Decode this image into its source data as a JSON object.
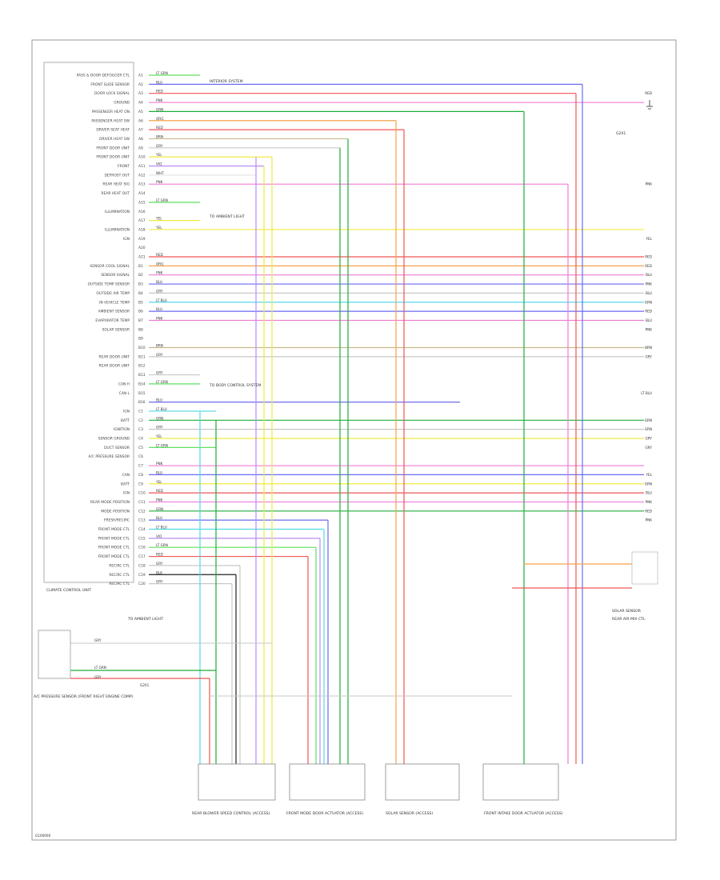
{
  "diagram": {
    "left_labels": [
      "PASS & DOOR DEFOGGER CTL",
      "FRONT SLIDE SENSOR",
      "DOOR LOCK SIGNAL",
      "GROUND",
      "PASSENGER HEAT ON",
      "PASSENGER HEAT SW",
      "DRIVER SEAT HEAT",
      "DRIVER HEAT SW",
      "FRONT DOOR UNIT",
      "FRONT DOOR UNIT",
      "FRONT",
      "DEFROST OUT",
      "REAR HEAT SIG",
      "REAR HEAT OUT",
      "",
      "ILLUMINATION",
      "",
      "ILLUMINATION",
      "IGN",
      "",
      "",
      "SENSOR COOL SIGNAL",
      "SENSOR SIGNAL",
      "OUTSIDE TEMP SENSOR",
      "OUTSIDE AIR TEMP",
      "IN VEHICLE TEMP",
      "AMBIENT SENSOR",
      "EVAPORATOR TEMP",
      "SOLAR SENSOR",
      "",
      "",
      "REAR DOOR UNIT",
      "REAR DOOR UNIT",
      "",
      "CAN H",
      "CAN L",
      "",
      "IGN",
      "BATT",
      "IGNITION",
      "SENSOR GROUND",
      "DUCT SENSOR",
      "A/C PRESSURE SENSOR",
      "",
      "CAN",
      "BATT",
      "IGN",
      "REAR MODE POSITION",
      "MODE POSITION",
      "FRESH/RECIRC",
      "FRONT MODE CTL",
      "FRONT MODE CTL",
      "FRONT MODE CTL",
      "FRONT MODE CTL",
      "RECIRC CTL",
      "RECIRC CTL",
      "RECIRC CTL"
    ],
    "pin_labels": [
      "A1",
      "A2",
      "A3",
      "A4",
      "A5",
      "A6",
      "A7",
      "A8",
      "A9",
      "A10",
      "A11",
      "A12",
      "A13",
      "A14",
      "A15",
      "A16",
      "A17",
      "A18",
      "A19",
      "A20",
      "A21",
      "B1",
      "B2",
      "B3",
      "B4",
      "B5",
      "B6",
      "B7",
      "B8",
      "B9",
      "B10",
      "B11",
      "B12",
      "B13",
      "B14",
      "B15",
      "B16",
      "C1",
      "C2",
      "C3",
      "C4",
      "C5",
      "C6",
      "C7",
      "C8",
      "C9",
      "C10",
      "C11",
      "C12",
      "C13",
      "C14",
      "C15",
      "C16",
      "C17",
      "C18",
      "C19",
      "C20"
    ],
    "wire_labels": [
      "LT GRN",
      "BLU",
      "RED",
      "PNK",
      "GRN",
      "ORG",
      "RED",
      "BRN",
      "GRY",
      "YEL",
      "VIO",
      "WHT",
      "PNK",
      "",
      "LT GRN",
      "",
      "YEL",
      "YEL",
      "",
      "",
      "RED",
      "ORG",
      "PNK",
      "BLU",
      "GRY",
      "LT BLU",
      "BLU",
      "PNK",
      "",
      "",
      "BRN",
      "GRY",
      "",
      "GRY",
      "LT GRN",
      "",
      "BLU",
      "LT BLU",
      "GRN",
      "GRY",
      "YEL",
      "LT GRN",
      "",
      "PNK",
      "BLU",
      "YEL",
      "RED",
      "PNK",
      "GRN",
      "BLU",
      "LT BLU",
      "VIO",
      "LT GRN",
      "RED",
      "GRY",
      "BLK",
      "GRY"
    ],
    "top_annotation": "INTERIOR SYSTEM",
    "ground_label": "G201",
    "control_unit_label": "CLIMATE CONTROL UNIT",
    "side_notes": [
      "TO AMBIENT LIGHT",
      "TO BODY CONTROL SYSTEM",
      "TO AMBIENT LIGHT"
    ],
    "right_ends": [
      "YEL",
      "RED",
      "RED",
      "BLU",
      "PNK",
      "BLU",
      "GRN",
      "RED",
      "BLU",
      "PNK",
      "BRN",
      "GRY",
      "PNK",
      "RED",
      "LT BLU",
      "GRN",
      "GRN",
      "GRY",
      "GRY",
      "YEL",
      "GRN",
      "BLU",
      "PNK",
      "RED",
      "PNK"
    ],
    "right_component_1": "SOLAR SENSOR",
    "right_component_2": "REAR AIR MIX CTL",
    "left_sensor": "A/C PRESSURE SENSOR (FRONT RIGHT ENGINE COMP)",
    "bottom_units": [
      "REAR BLOWER SPEED CONTROL (ACCESS)",
      "FRONT MODE DOOR ACTUATOR (ACCESS)",
      "SOLAR SENSOR (ACCESS)",
      "FRONT INTAKE DOOR ACTUATOR (ACCESS)"
    ],
    "left_wire_labels": [
      "GRY",
      "LT GRN",
      "GRY"
    ],
    "small_note_bottom": "G201",
    "corner_tag": "G100000"
  },
  "colors": {
    "ltgreen": "#5fe05f",
    "green": "#1fae3a",
    "blue": "#6a6af0",
    "red": "#f25555",
    "pink": "#f07ad8",
    "orange": "#f6a24a",
    "yellow": "#f0ea40",
    "gray": "#c8c8c8",
    "brown": "#c9b98a",
    "violet": "#b98cf2",
    "ltblue": "#52d8e8",
    "dark": "#555555",
    "black": "#222222"
  }
}
